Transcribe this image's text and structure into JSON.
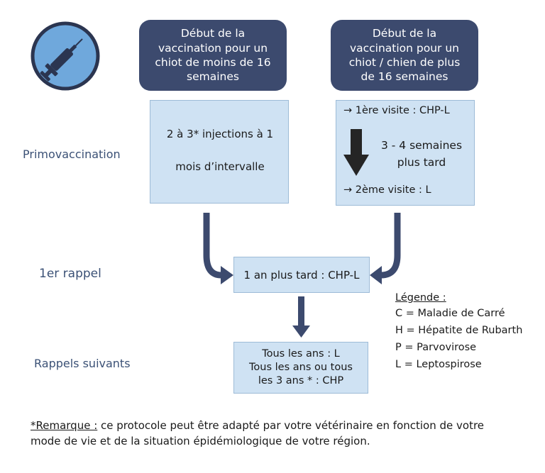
{
  "headers": {
    "left": [
      "Début de la",
      "vaccination pour un",
      "chiot de moins de 16",
      "semaines"
    ],
    "right": [
      "Début de la",
      "vaccination pour un",
      "chiot / chien de plus",
      "de 16 semaines"
    ]
  },
  "row_labels": {
    "primo": "Primovaccination",
    "rappel1": "1er rappel",
    "suivants": "Rappels suivants"
  },
  "boxes": {
    "left_line1": "2 à 3* injections à 1",
    "left_line2": "mois d’intervalle",
    "right_visit1": "→ 1ère visite : CHP-L",
    "right_delay1": "3 - 4 semaines",
    "right_delay2": "plus tard",
    "right_visit2": "→ 2ème visite : L",
    "rappel": "1 an plus tard : CHP-L",
    "suivants": [
      "Tous les ans : L",
      "Tous les ans ou tous",
      "les 3 ans * : CHP"
    ]
  },
  "legend": {
    "title": "Légende :",
    "items": [
      "C = Maladie de Carré",
      "H = Hépatite de Rubarth",
      "P = Parvovirose",
      "L = Leptospirose"
    ]
  },
  "note": {
    "title": "*Remarque :",
    "line1": " ce protocole peut être adapté par votre vétérinaire en fonction de votre",
    "line2": "mode de vie et de la situation épidémiologique de votre région."
  },
  "colors": {
    "header": "#3c4a6e",
    "box": "#cfe2f3",
    "arrow": "#3c4a6e",
    "icon_ring": "#2b3550",
    "icon_fill": "#6fa8dc"
  },
  "icon": "syringe-icon"
}
